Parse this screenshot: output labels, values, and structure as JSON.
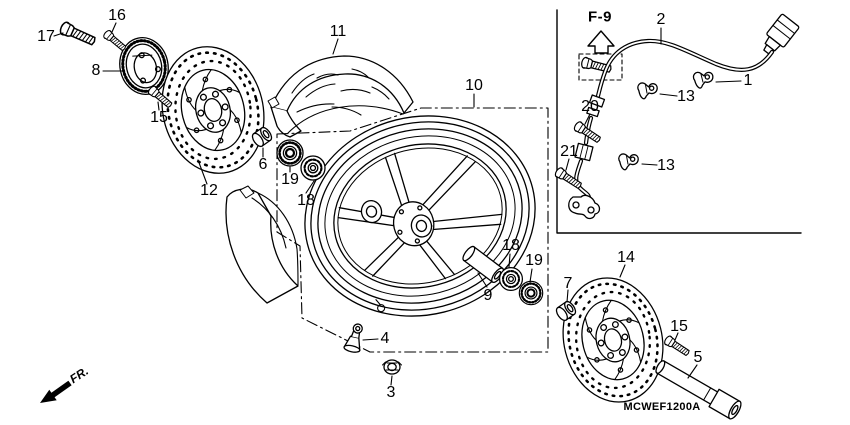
{
  "figure": {
    "drawing_code": "MCWEF1200A",
    "frame_reference": "F-9",
    "direction_indicator": "FR."
  },
  "callouts": [
    {
      "part": "flange-bolt",
      "text": "17"
    },
    {
      "part": "sensor-ring-bolt",
      "text": "16"
    },
    {
      "part": "pulser-ring",
      "text": "8"
    },
    {
      "part": "disc-bolt-left",
      "text": "15"
    },
    {
      "part": "brake-disc-left",
      "text": "12"
    },
    {
      "part": "tire",
      "text": "11"
    },
    {
      "part": "side-collar-left",
      "text": "6"
    },
    {
      "part": "bearing-left",
      "text": "19"
    },
    {
      "part": "dust-seal-left",
      "text": "18"
    },
    {
      "part": "front-wheel",
      "text": "10"
    },
    {
      "part": "distance-collar",
      "text": "9"
    },
    {
      "part": "dust-seal-right",
      "text": "18"
    },
    {
      "part": "bearing-right",
      "text": "19"
    },
    {
      "part": "tire-valve",
      "text": "4"
    },
    {
      "part": "rim-weight-clip",
      "text": "3"
    },
    {
      "part": "sensor-cable",
      "text": "2"
    },
    {
      "part": "cable-clamp-a",
      "text": "1"
    },
    {
      "part": "cable-clamp-b",
      "text": "13"
    },
    {
      "part": "sensor-bolt-upper",
      "text": "20"
    },
    {
      "part": "sensor-bolt-lower",
      "text": "21"
    },
    {
      "part": "cable-clamp-c",
      "text": "13"
    },
    {
      "part": "brake-disc-right",
      "text": "14"
    },
    {
      "part": "side-collar-right",
      "text": "7"
    },
    {
      "part": "disc-bolt-right",
      "text": "15"
    },
    {
      "part": "front-axle",
      "text": "5"
    }
  ]
}
